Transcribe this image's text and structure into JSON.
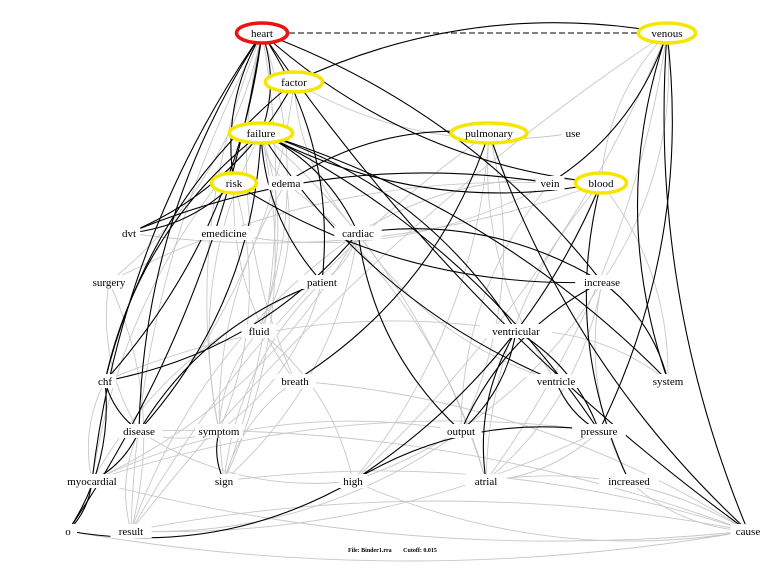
{
  "graph": {
    "highlight_colors": {
      "primary": "#ee1111",
      "secondary": "#f5e600"
    },
    "strong_edge_color": "#000000",
    "weak_edge_color": "#c8c8c8",
    "nodes": [
      {
        "id": "heart",
        "highlight": "primary"
      },
      {
        "id": "venous",
        "highlight": "secondary"
      },
      {
        "id": "factor",
        "highlight": "secondary"
      },
      {
        "id": "failure",
        "highlight": "secondary"
      },
      {
        "id": "pulmonary",
        "highlight": "secondary"
      },
      {
        "id": "use",
        "highlight": "none"
      },
      {
        "id": "risk",
        "highlight": "secondary"
      },
      {
        "id": "edema",
        "highlight": "none"
      },
      {
        "id": "vein",
        "highlight": "none"
      },
      {
        "id": "blood",
        "highlight": "secondary"
      },
      {
        "id": "dvt",
        "highlight": "none"
      },
      {
        "id": "emedicine",
        "highlight": "none"
      },
      {
        "id": "cardiac",
        "highlight": "none"
      },
      {
        "id": "surgery",
        "highlight": "none"
      },
      {
        "id": "patient",
        "highlight": "none"
      },
      {
        "id": "increase",
        "highlight": "none"
      },
      {
        "id": "fluid",
        "highlight": "none"
      },
      {
        "id": "ventricular",
        "highlight": "none"
      },
      {
        "id": "chf",
        "highlight": "none"
      },
      {
        "id": "breath",
        "highlight": "none"
      },
      {
        "id": "ventricle",
        "highlight": "none"
      },
      {
        "id": "system",
        "highlight": "none"
      },
      {
        "id": "disease",
        "highlight": "none"
      },
      {
        "id": "symptom",
        "highlight": "none"
      },
      {
        "id": "output",
        "highlight": "none"
      },
      {
        "id": "pressure",
        "highlight": "none"
      },
      {
        "id": "myocardial",
        "highlight": "none"
      },
      {
        "id": "sign",
        "highlight": "none"
      },
      {
        "id": "high",
        "highlight": "none"
      },
      {
        "id": "atrial",
        "highlight": "none"
      },
      {
        "id": "increased",
        "highlight": "none"
      },
      {
        "id": "o",
        "highlight": "none"
      },
      {
        "id": "result",
        "highlight": "none"
      },
      {
        "id": "cause",
        "highlight": "none"
      }
    ],
    "strong_edges": [
      [
        "heart",
        "failure"
      ],
      [
        "heart",
        "risk"
      ],
      [
        "heart",
        "o"
      ],
      [
        "heart",
        "disease"
      ],
      [
        "heart",
        "chf"
      ],
      [
        "heart",
        "myocardial"
      ],
      [
        "heart",
        "patient"
      ],
      [
        "heart",
        "blood"
      ],
      [
        "heart",
        "increase"
      ],
      [
        "heart",
        "cause"
      ],
      [
        "heart",
        "venous"
      ],
      [
        "venous",
        "factor"
      ],
      [
        "venous",
        "vein"
      ],
      [
        "venous",
        "system"
      ],
      [
        "venous",
        "pressure"
      ],
      [
        "venous",
        "cause"
      ],
      [
        "factor",
        "dvt"
      ],
      [
        "factor",
        "chf"
      ],
      [
        "failure",
        "cardiac"
      ],
      [
        "failure",
        "patient"
      ],
      [
        "failure",
        "ventricular"
      ],
      [
        "failure",
        "ventricle"
      ],
      [
        "failure",
        "disease"
      ],
      [
        "failure",
        "chf"
      ],
      [
        "failure",
        "pressure"
      ],
      [
        "failure",
        "blood"
      ],
      [
        "failure",
        "system"
      ],
      [
        "pulmonary",
        "edema"
      ],
      [
        "pulmonary",
        "breath"
      ],
      [
        "pulmonary",
        "cause"
      ],
      [
        "risk",
        "dvt"
      ],
      [
        "vein",
        "dvt"
      ],
      [
        "cardiac",
        "increase"
      ],
      [
        "cardiac",
        "output"
      ],
      [
        "cardiac",
        "chf"
      ],
      [
        "blood",
        "increased"
      ],
      [
        "blood",
        "high"
      ],
      [
        "patient",
        "disease"
      ],
      [
        "increase",
        "system"
      ],
      [
        "increase",
        "output"
      ],
      [
        "ventricular",
        "output"
      ],
      [
        "ventricular",
        "atrial"
      ],
      [
        "ventricular",
        "pressure"
      ],
      [
        "ventricle",
        "pressure"
      ],
      [
        "disease",
        "myocardial"
      ],
      [
        "chf",
        "disease"
      ],
      [
        "chf",
        "o"
      ],
      [
        "symptom",
        "sign"
      ],
      [
        "high",
        "o"
      ],
      [
        "pressure",
        "high"
      ],
      [
        "myocardial",
        "o"
      ],
      [
        "risk",
        "increase"
      ]
    ],
    "weak_edges": [
      [
        "heart",
        "surgery"
      ],
      [
        "heart",
        "symptom"
      ],
      [
        "heart",
        "sign"
      ],
      [
        "heart",
        "result"
      ],
      [
        "heart",
        "fluid"
      ],
      [
        "heart",
        "breath"
      ],
      [
        "venous",
        "increase"
      ],
      [
        "venous",
        "blood"
      ],
      [
        "venous",
        "high"
      ],
      [
        "venous",
        "result"
      ],
      [
        "venous",
        "atrial"
      ],
      [
        "factor",
        "use"
      ],
      [
        "factor",
        "disease"
      ],
      [
        "factor",
        "cardiac"
      ],
      [
        "failure",
        "fluid"
      ],
      [
        "failure",
        "symptom"
      ],
      [
        "failure",
        "sign"
      ],
      [
        "failure",
        "edema"
      ],
      [
        "failure",
        "atrial"
      ],
      [
        "failure",
        "myocardial"
      ],
      [
        "pulmonary",
        "output"
      ],
      [
        "pulmonary",
        "ventricle"
      ],
      [
        "pulmonary",
        "high"
      ],
      [
        "pulmonary",
        "result"
      ],
      [
        "risk",
        "symptom"
      ],
      [
        "risk",
        "breath"
      ],
      [
        "edema",
        "fluid"
      ],
      [
        "edema",
        "sign"
      ],
      [
        "edema",
        "atrial"
      ],
      [
        "vein",
        "surgery"
      ],
      [
        "vein",
        "emedicine"
      ],
      [
        "vein",
        "output"
      ],
      [
        "blood",
        "dvt"
      ],
      [
        "blood",
        "cardiac"
      ],
      [
        "blood",
        "system"
      ],
      [
        "blood",
        "atrial"
      ],
      [
        "cardiac",
        "patient"
      ],
      [
        "cardiac",
        "ventricle"
      ],
      [
        "cardiac",
        "sign"
      ],
      [
        "cardiac",
        "result"
      ],
      [
        "cardiac",
        "myocardial"
      ],
      [
        "surgery",
        "disease"
      ],
      [
        "surgery",
        "result"
      ],
      [
        "patient",
        "sign"
      ],
      [
        "patient",
        "symptom"
      ],
      [
        "patient",
        "myocardial"
      ],
      [
        "increase",
        "high"
      ],
      [
        "increase",
        "increased"
      ],
      [
        "increase",
        "atrial"
      ],
      [
        "fluid",
        "symptom"
      ],
      [
        "fluid",
        "high"
      ],
      [
        "ventricular",
        "chf"
      ],
      [
        "ventricular",
        "system"
      ],
      [
        "breath",
        "sign"
      ],
      [
        "breath",
        "cause"
      ],
      [
        "disease",
        "result"
      ],
      [
        "disease",
        "cause"
      ],
      [
        "disease",
        "high"
      ],
      [
        "output",
        "result"
      ],
      [
        "output",
        "myocardial"
      ],
      [
        "pressure",
        "result"
      ],
      [
        "pressure",
        "myocardial"
      ],
      [
        "pressure",
        "atrial"
      ],
      [
        "high",
        "cause"
      ],
      [
        "atrial",
        "cause"
      ],
      [
        "o",
        "cause"
      ],
      [
        "result",
        "cause"
      ],
      [
        "increased",
        "cause"
      ],
      [
        "sign",
        "cause"
      ],
      [
        "myocardial",
        "cause"
      ],
      [
        "symptom",
        "disease"
      ],
      [
        "chf",
        "myocardial"
      ]
    ]
  },
  "footer": {
    "file": "File: Binder1.rra",
    "cutoff": "Cutoff: 0.015"
  }
}
